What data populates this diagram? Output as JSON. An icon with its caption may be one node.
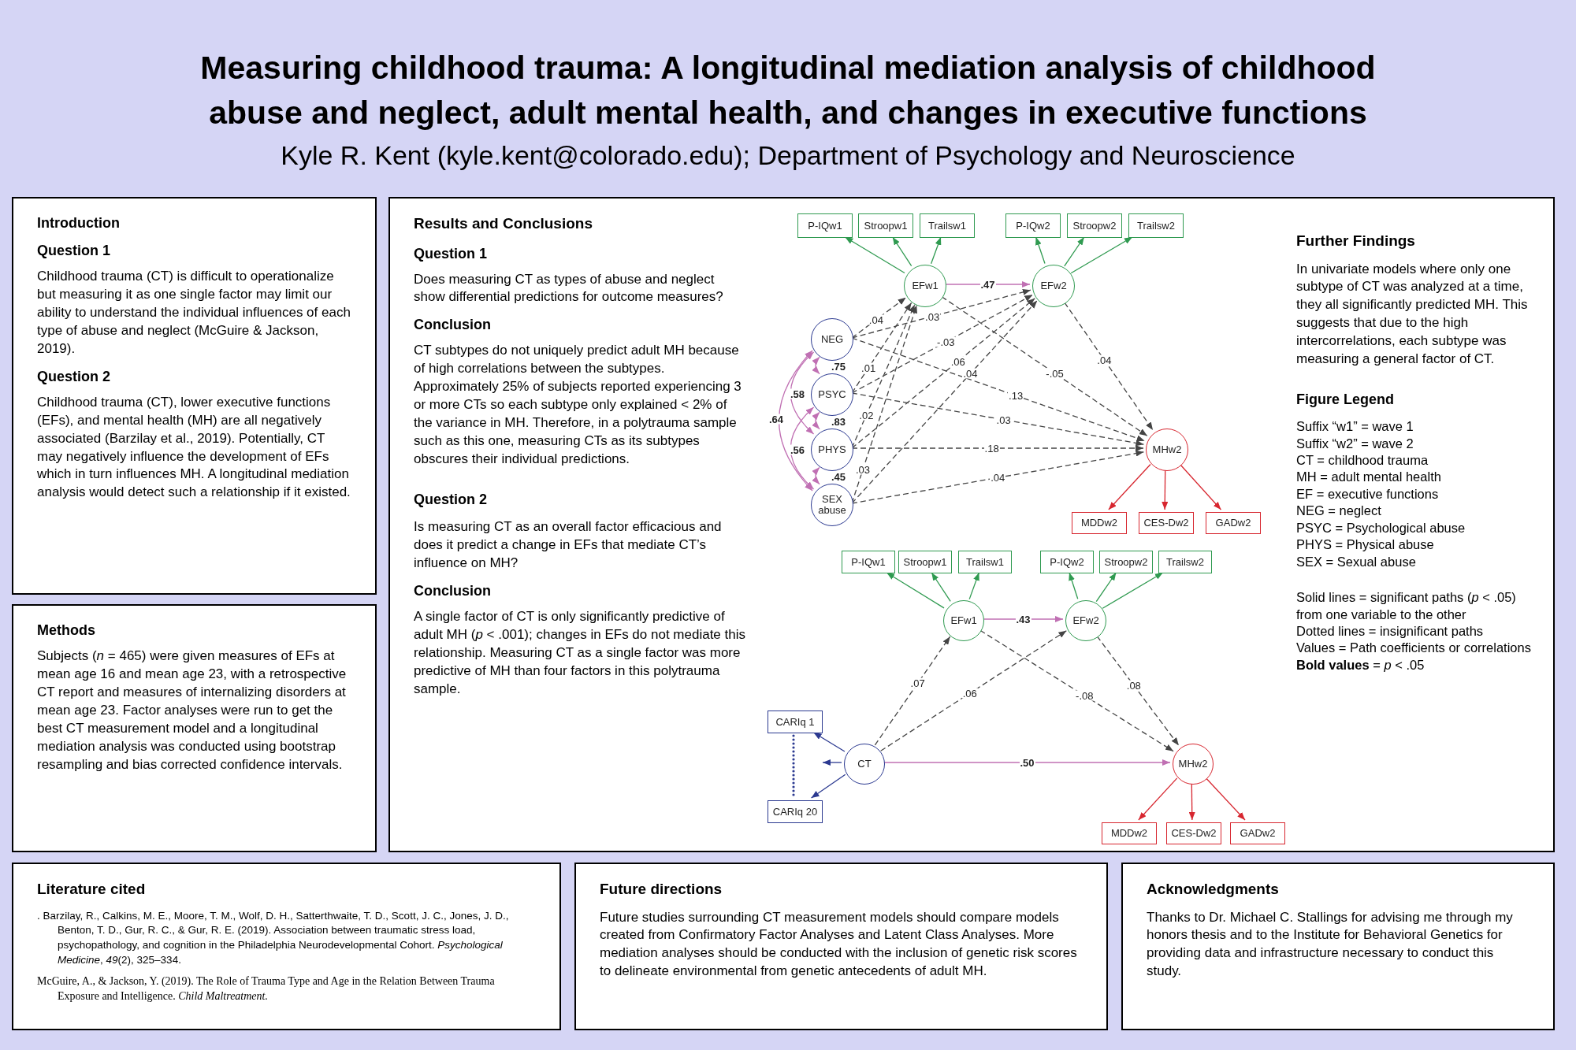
{
  "diagram": {
    "title": "Measuring childhood trauma: A longitudinal mediation analysis of childhood abuse and neglect, adult mental health, and changes in executive functions",
    "nodes": [
      {
        "text": [
          "Introduction",
          "Question 1",
          "Childhood trauma (CT) is difficult to operationalize but measuring it as one single factor may limit our ability to understand the individual influences of each type of abuse and neglect (McGuire & Jackson, 2019).",
          "Question 2",
          "Childhood trauma (CT), lower executive functions (EFs), and mental health (MH) are all negatively associated (Barzilay et al., 2019). Potentially, CT may negatively influence the development of EFs which in turn influences MH. A longitudinal mediation analysis would detect such a relationship if it existed."
        ]
      },
      {
        "text": [
          "Methods",
          "Subjects (*n*  = 465) were given measures of EFs at mean age 16 and mean age 23, with a retrospective CT report and measures of internalizing disorders at mean age 23. Factor analyses were run to get the best CT measurement model and a longitudinal mediation analysis was conducted using bootstrap resampling and bias corrected confidence intervals."
        ]
      },
      {
        "text": [
          "Results and Conclusions",
          "Question 1",
          "Does measuring CT as types of abuse and neglect show differential predictions for outcome measures?",
          "Conclusion",
          "CT subtypes do not uniquely predict adult MH because of high correlations between the subtypes. Approximately 25% of subjects reported experiencing 3 or more CTs so each subtype only explained < 2% of the variance in MH. Therefore, in a polytrauma sample such as this one, measuring CTs as its subtypes obscures their individual predictions.",
          "Question 2",
          "Is measuring CT as an overall factor efficacious and does it predict a change in EFs that mediate CT’s influence on MH?",
          "Conclusion",
          "A single factor of CT is only significantly predictive of adult MH (*p* < .001); changes in EFs do not mediate this relationship. Measuring CT as a single factor was more predictive of MH than four factors in this polytrauma sample.",
          "Further Findings",
          "In univariate models where only one subtype of CT was analyzed at a time, they all significantly predicted MH. This suggests that due to the high intercorrelations, each subtype was measuring a general factor of CT.",
          "Figure Legend",
          "Suffix “w1” = wave 1",
          "Suffix “w2” = wave 2",
          "CT = childhood trauma",
          "MH = adult mental health",
          "EF = executive functions",
          "NEG = neglect",
          "PSYC = Psychological abuse",
          "PHYS = Physical abuse",
          "SEX = Sexual abuse",
          "Solid lines = significant paths (*p* < .05) from one variable to the other",
          "Dotted lines = insignificant paths",
          "Values = Path coefficients or correlations",
          "**Bold values** = *p* < .05"
        ]
      },
      {
        "text": [
          "Literature cited",
          ". Barzilay, R., Calkins, M. E., Moore, T. M., Wolf, D. H., Satterthwaite, T. D., Scott, J. C., Jones, J. D., Benton, T. D., Gur, R. C., & Gur, R. E. (2019). Association between traumatic stress load, psychopathology, and cognition in the Philadelphia Neurodevelopmental Cohort. *Psychological Medicine*, *49*(2), 325–334.",
          "McGuire, A., & Jackson, Y. (2019). The Role of Trauma Type and Age in the Relation Between Trauma Exposure and Intelligence. *Child Maltreatment.*"
        ]
      },
      {
        "text": [
          "Future directions",
          "Future studies surrounding CT measurement models should compare models created from Confirmatory Factor Analyses and Latent Class Analyses. More mediation analyses should be conducted with the inclusion of genetic risk scores to delineate environmental from genetic antecedents of  adult MH."
        ]
      },
      {
        "text": [
          "Acknowledgments",
          "Thanks to Dr. Michael C. Stallings for advising me through my honors thesis and to the Institute for Behavioral Genetics for providing data and infrastructure necessary to conduct this study."
        ]
      },
      {
        "text": [
          "P-IQw1"
        ],
        "in": 2
      },
      {
        "text": [
          "Stroopw1"
        ],
        "in": 2
      },
      {
        "text": [
          "Trailsw1"
        ],
        "in": 2
      },
      {
        "text": [
          "P-IQw2"
        ],
        "in": 2
      },
      {
        "text": [
          "Stroopw2"
        ],
        "in": 2
      },
      {
        "text": [
          "Trailsw2"
        ],
        "in": 2
      },
      {
        "text": [
          "EFw1"
        ],
        "in": 2
      },
      {
        "text": [
          "EFw2"
        ],
        "in": 2
      },
      {
        "text": [
          "NEG"
        ],
        "in": 2
      },
      {
        "text": [
          "PSYC"
        ],
        "in": 2
      },
      {
        "text": [
          "PHYS"
        ],
        "in": 2
      },
      {
        "text": [
          "SEX abuse"
        ],
        "in": 2
      },
      {
        "text": [
          "MHw2"
        ],
        "in": 2
      },
      {
        "text": [
          "MDDw2"
        ],
        "in": 2
      },
      {
        "text": [
          "CES-Dw2"
        ],
        "in": 2
      },
      {
        "text": [
          "GADw2"
        ],
        "in": 2
      },
      {
        "text": [
          "P-IQw1"
        ],
        "in": 2
      },
      {
        "text": [
          "Stroopw1"
        ],
        "in": 2
      },
      {
        "text": [
          "Trailsw1"
        ],
        "in": 2
      },
      {
        "text": [
          "P-IQw2"
        ],
        "in": 2
      },
      {
        "text": [
          "Stroopw2"
        ],
        "in": 2
      },
      {
        "text": [
          "Trailsw2"
        ],
        "in": 2
      },
      {
        "text": [
          "EFw1"
        ],
        "in": 2
      },
      {
        "text": [
          "EFw2"
        ],
        "in": 2
      },
      {
        "text": [
          "CARIq 1"
        ],
        "in": 2
      },
      {
        "text": [
          "CARIq 20"
        ],
        "in": 2
      },
      {
        "text": [
          "CT"
        ],
        "in": 2
      },
      {
        "text": [
          "MHw2"
        ],
        "in": 2
      },
      {
        "text": [
          "MDDw2"
        ],
        "in": 2
      },
      {
        "text": [
          "CES-Dw2"
        ],
        "in": 2
      },
      {
        "text": [
          "GADw2"
        ],
        "in": 2
      }
    ],
    "edges": [
      {
        "from": 12,
        "to": 6,
        "arrow": "to",
        "color": "#2f9a50"
      },
      {
        "from": 12,
        "to": 7,
        "arrow": "to",
        "color": "#2f9a50"
      },
      {
        "from": 12,
        "to": 8,
        "arrow": "to",
        "color": "#2f9a50"
      },
      {
        "from": 13,
        "to": 9,
        "arrow": "to",
        "color": "#2f9a50"
      },
      {
        "from": 13,
        "to": 10,
        "arrow": "to",
        "color": "#2f9a50"
      },
      {
        "from": 13,
        "to": 11,
        "arrow": "to",
        "color": "#2f9a50"
      },
      {
        "from": 12,
        "to": 13,
        "arrow": "to",
        "label": ".47",
        "color": "#c070b3"
      },
      {
        "from": 14,
        "to": 12,
        "arrow": "to",
        "label": ".04",
        "style": "dashed"
      },
      {
        "from": 14,
        "to": 13,
        "arrow": "to",
        "label": ".03",
        "style": "dashed"
      },
      {
        "from": 14,
        "to": 18,
        "arrow": "to",
        "label": ".13",
        "style": "dashed"
      },
      {
        "from": 15,
        "to": 12,
        "arrow": "to",
        "label": ".01",
        "style": "dashed"
      },
      {
        "from": 15,
        "to": 13,
        "arrow": "to",
        "label": "-.03",
        "style": "dashed"
      },
      {
        "from": 15,
        "to": 18,
        "arrow": "to",
        "label": ".03",
        "style": "dashed"
      },
      {
        "from": 16,
        "to": 12,
        "arrow": "to",
        "label": ".02",
        "style": "dashed"
      },
      {
        "from": 16,
        "to": 13,
        "arrow": "to",
        "label": ".06",
        "style": "dashed"
      },
      {
        "from": 16,
        "to": 18,
        "arrow": "to",
        "label": ".18",
        "style": "dashed"
      },
      {
        "from": 17,
        "to": 12,
        "arrow": "to",
        "label": ".03",
        "style": "dashed"
      },
      {
        "from": 17,
        "to": 13,
        "arrow": "to",
        "label": ".04",
        "style": "dashed"
      },
      {
        "from": 17,
        "to": 18,
        "arrow": "to",
        "label": ".04",
        "style": "dashed"
      },
      {
        "from": 12,
        "to": 18,
        "arrow": "to",
        "label": "-.05",
        "style": "dashed"
      },
      {
        "from": 13,
        "to": 18,
        "arrow": "to",
        "label": ".04",
        "style": "dashed"
      },
      {
        "from": 18,
        "to": 19,
        "arrow": "to",
        "color": "#d7262f"
      },
      {
        "from": 18,
        "to": 20,
        "arrow": "to",
        "color": "#d7262f"
      },
      {
        "from": 18,
        "to": 21,
        "arrow": "to",
        "color": "#d7262f"
      },
      {
        "from": 14,
        "to": 15,
        "arrow": "both",
        "label": ".75",
        "color": "#c070b3"
      },
      {
        "from": 15,
        "to": 16,
        "arrow": "both",
        "label": ".83",
        "color": "#c070b3"
      },
      {
        "from": 16,
        "to": 17,
        "arrow": "both",
        "label": ".45",
        "color": "#c070b3"
      },
      {
        "from": 14,
        "to": 16,
        "arrow": "both",
        "label": ".58",
        "color": "#c070b3"
      },
      {
        "from": 15,
        "to": 17,
        "arrow": "both",
        "label": ".56",
        "color": "#c070b3"
      },
      {
        "from": 14,
        "to": 17,
        "arrow": "both",
        "label": ".64",
        "color": "#c070b3"
      },
      {
        "from": 28,
        "to": 22,
        "arrow": "to",
        "color": "#2f9a50"
      },
      {
        "from": 28,
        "to": 23,
        "arrow": "to",
        "color": "#2f9a50"
      },
      {
        "from": 28,
        "to": 24,
        "arrow": "to",
        "color": "#2f9a50"
      },
      {
        "from": 29,
        "to": 25,
        "arrow": "to",
        "color": "#2f9a50"
      },
      {
        "from": 29,
        "to": 26,
        "arrow": "to",
        "color": "#2f9a50"
      },
      {
        "from": 29,
        "to": 27,
        "arrow": "to",
        "color": "#2f9a50"
      },
      {
        "from": 28,
        "to": 29,
        "arrow": "to",
        "label": ".43",
        "color": "#c070b3"
      },
      {
        "from": 32,
        "to": 28,
        "arrow": "to",
        "label": ".07",
        "style": "dashed"
      },
      {
        "from": 32,
        "to": 29,
        "arrow": "to",
        "label": ".06",
        "style": "dashed"
      },
      {
        "from": 28,
        "to": 33,
        "arrow": "to",
        "label": "-.08",
        "style": "dashed"
      },
      {
        "from": 29,
        "to": 33,
        "arrow": "to",
        "label": ".08",
        "style": "dashed"
      },
      {
        "from": 32,
        "to": 33,
        "arrow": "to",
        "label": ".50",
        "color": "#c070b3"
      },
      {
        "from": 32,
        "to": 30,
        "arrow": "to",
        "color": "#2b3990"
      },
      {
        "from": 32,
        "to": 31,
        "arrow": "to",
        "color": "#2b3990"
      },
      {
        "from": 32,
        "to": null,
        "arrow": "to",
        "color": "#2b3990"
      },
      {
        "from": 33,
        "to": 34,
        "arrow": "to",
        "color": "#d7262f"
      },
      {
        "from": 33,
        "to": 35,
        "arrow": "to",
        "color": "#d7262f"
      },
      {
        "from": 33,
        "to": 36,
        "arrow": "to",
        "color": "#d7262f"
      }
    ],
    "labels": [
      "Kyle R. Kent (kyle.kent@colorado.edu); Department of Psychology and Neuroscience"
    ]
  }
}
